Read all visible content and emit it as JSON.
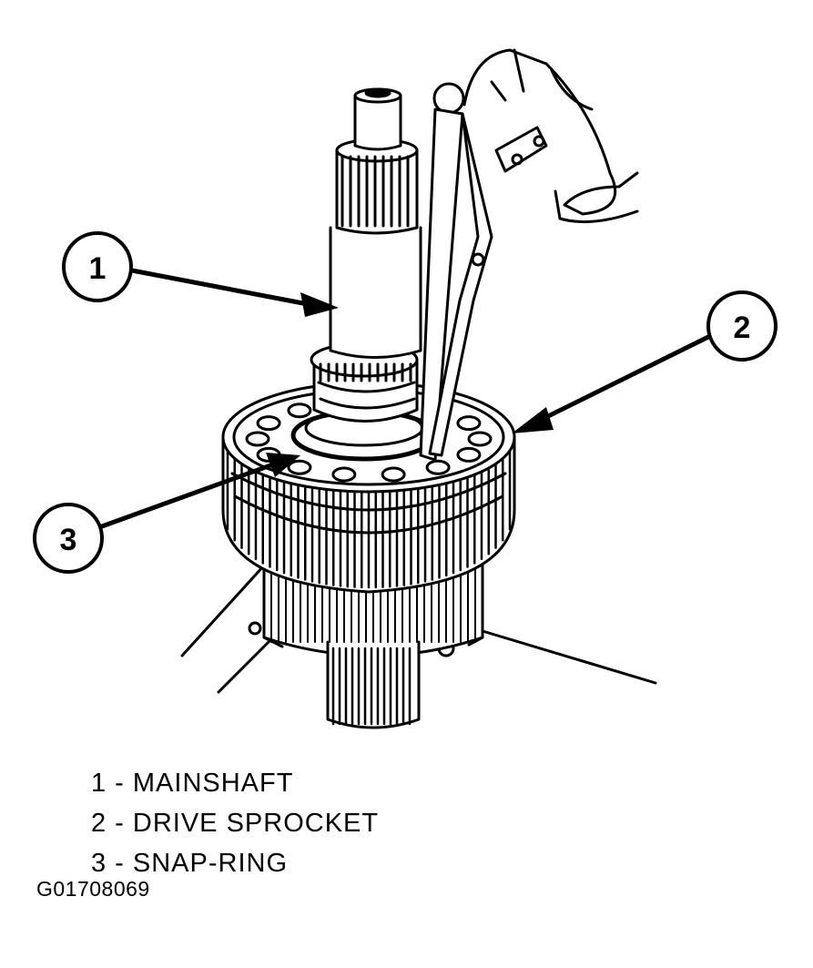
{
  "callouts": [
    {
      "number": "1"
    },
    {
      "number": "2"
    },
    {
      "number": "3"
    }
  ],
  "legend": [
    {
      "text": "1 - MAINSHAFT"
    },
    {
      "text": "2 - DRIVE SPROCKET"
    },
    {
      "text": "3 - SNAP-RING"
    }
  ],
  "figure_id": "G01708069",
  "colors": {
    "ink": "#000000",
    "paper": "#ffffff"
  }
}
